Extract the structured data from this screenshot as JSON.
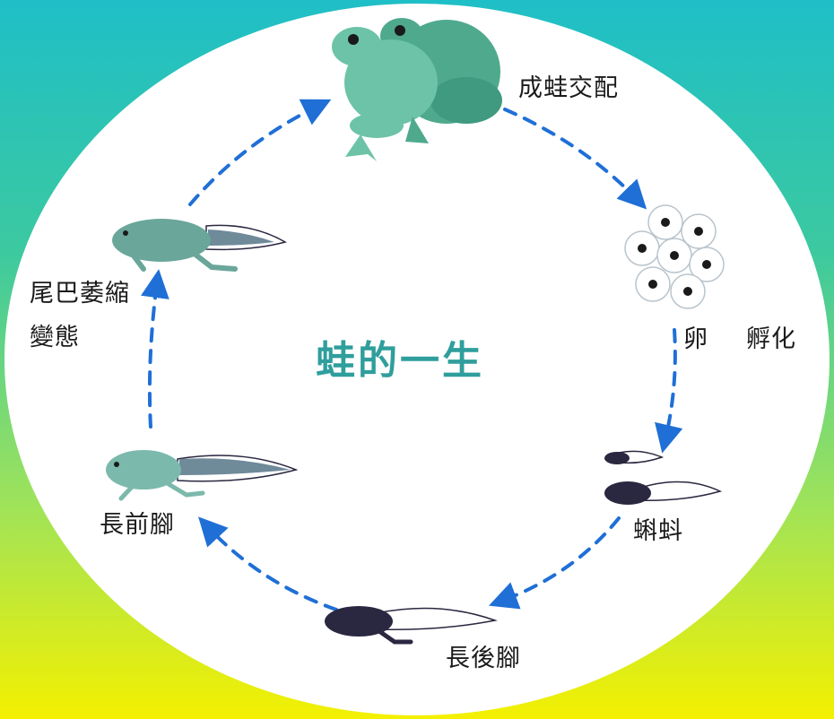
{
  "title": "蛙的一生",
  "stages": {
    "mating": "成蛙交配",
    "eggs": "卵",
    "hatch": "孵化",
    "tadpole": "蝌蚪",
    "hind_legs": "長後腳",
    "fore_legs": "長前腳",
    "tail_shrink": "尾巴萎縮",
    "metamorphosis": "變態"
  },
  "colors": {
    "frog": "#6cc3a8",
    "frog_dark": "#4fa98d",
    "tadpole": "#2a2740",
    "arrow": "#1f6fd6",
    "title": "#2f9e9c",
    "ellipse": "#ffffff"
  },
  "icons": [
    "adult-frogs-icon",
    "eggs-icon",
    "tadpole-icon",
    "hind-legs-tadpole-icon",
    "fore-legs-tadpole-icon",
    "froglet-icon"
  ]
}
